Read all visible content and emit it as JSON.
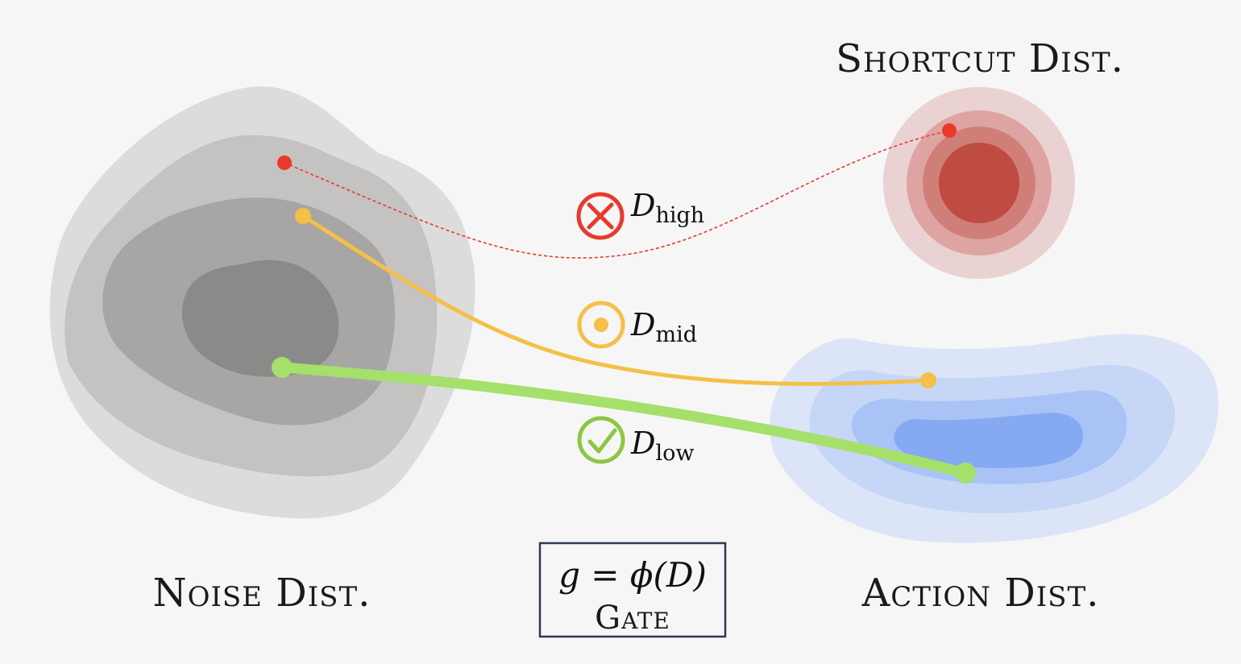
{
  "labels": {
    "noise": "Noise Dist.",
    "action": "Action Dist.",
    "shortcut": "Shortcut Dist."
  },
  "paths": [
    {
      "id": "high",
      "symbol": "D",
      "subscript": "high",
      "status": "rejected",
      "icon": "cross-circle-icon",
      "color": "#e8392b"
    },
    {
      "id": "mid",
      "symbol": "D",
      "subscript": "mid",
      "status": "partial",
      "icon": "dot-circle-icon",
      "color": "#f4c048"
    },
    {
      "id": "low",
      "symbol": "D",
      "subscript": "low",
      "status": "accepted",
      "icon": "check-circle-icon",
      "color": "#a4e06a"
    }
  ],
  "gate": {
    "formula": "g = ϕ(D)",
    "name": "Gate"
  },
  "colors": {
    "background": "#f6f6f6",
    "noise": [
      "#dcdcdc",
      "#c4c3c2",
      "#a7a6a5",
      "#8b8a88"
    ],
    "action": [
      "#dce5f7",
      "#c5d6f6",
      "#a9c3f6",
      "#86aaf1"
    ],
    "shortcut": [
      "#ead2d3",
      "#dea4a1",
      "#d07f78",
      "#be4c42"
    ]
  }
}
